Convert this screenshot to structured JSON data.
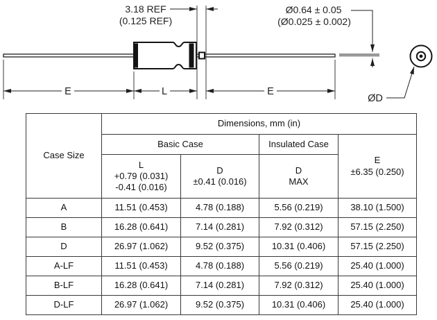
{
  "colors": {
    "ink": "#1f1f1f",
    "lead_gray": "#999999"
  },
  "diagram": {
    "labels": {
      "ref_mm": "3.18 REF",
      "ref_in": "(0.125 REF)",
      "lead_dia_mm": "Ø0.64 ± 0.05",
      "lead_dia_in": "(Ø0.025 ± 0.002)",
      "dim_e_left": "E",
      "dim_l": "L",
      "dim_e_right": "E",
      "dia_d": "ØD"
    }
  },
  "table": {
    "header": {
      "case_size": "Case Size",
      "dimensions": "Dimensions, mm (in)",
      "basic_case": "Basic Case",
      "insulated_case": "Insulated Case",
      "col_l_line1": "L",
      "col_l_line2": "+0.79 (0.031)",
      "col_l_line3": "-0.41 (0.016)",
      "col_d_basic_line1": "D",
      "col_d_basic_line2": "±0.41 (0.016)",
      "col_d_ins_line1": "D",
      "col_d_ins_line2": "MAX",
      "col_e_line1": "E",
      "col_e_line2": "±6.35 (0.250)"
    },
    "rows": [
      {
        "case": "A",
        "l": "11.51 (0.453)",
        "d_basic": "4.78 (0.188)",
        "d_ins": "5.56 (0.219)",
        "e": "38.10 (1.500)"
      },
      {
        "case": "B",
        "l": "16.28 (0.641)",
        "d_basic": "7.14 (0.281)",
        "d_ins": "7.92 (0.312)",
        "e": "57.15 (2.250)"
      },
      {
        "case": "D",
        "l": "26.97 (1.062)",
        "d_basic": "9.52 (0.375)",
        "d_ins": "10.31 (0.406)",
        "e": "57.15 (2.250)"
      },
      {
        "case": "A-LF",
        "l": "11.51 (0.453)",
        "d_basic": "4.78 (0.188)",
        "d_ins": "5.56 (0.219)",
        "e": "25.40 (1.000)"
      },
      {
        "case": "B-LF",
        "l": "16.28 (0.641)",
        "d_basic": "7.14 (0.281)",
        "d_ins": "7.92 (0.312)",
        "e": "25.40 (1.000)"
      },
      {
        "case": "D-LF",
        "l": "26.97 (1.062)",
        "d_basic": "9.52 (0.375)",
        "d_ins": "10.31 (0.406)",
        "e": "25.40 (1.000)"
      }
    ]
  }
}
